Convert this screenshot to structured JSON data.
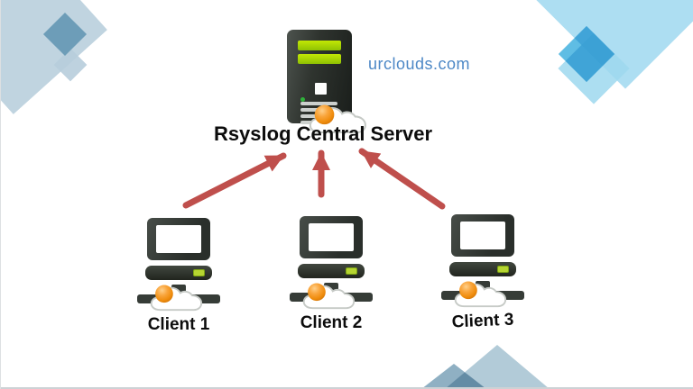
{
  "diagram": {
    "title": "Rsyslog Central Server",
    "watermark": "urclouds.com",
    "clients": [
      {
        "label": "Client 1"
      },
      {
        "label": "Client 2"
      },
      {
        "label": "Client 3"
      }
    ]
  },
  "icons": {
    "server": "server-tower-icon",
    "client": "desktop-computer-icon",
    "cloud": "cloud-icon",
    "orb": "orange-orb-icon",
    "arrow": "up-arrow-icon"
  },
  "palette": {
    "arrow_red": "#bf4f4c",
    "watermark_blue": "#4d88c6",
    "server_led_green": "#a6d704",
    "power_button_green": "#b6d531",
    "decor_pale_blue_left": "#c0d4e0",
    "decor_dark_blue_left": "#6d9db8",
    "decor_pale_blue_right": "#addef2",
    "decor_dark_blue_right": "#5fbde4",
    "decor_bottom_triangle": "#b2cbd8",
    "cloud_orange": "#f29111"
  }
}
